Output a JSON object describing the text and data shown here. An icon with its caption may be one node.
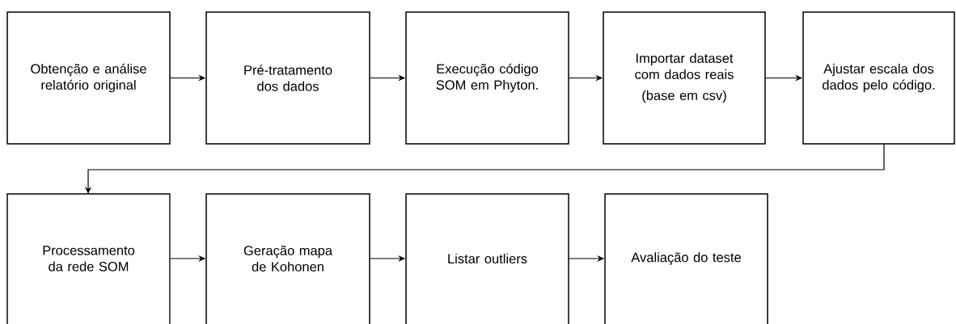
{
  "diagram": {
    "nodes": [
      {
        "text": [
          "Obtenção e análise relatório original"
        ]
      },
      {
        "text": [
          "Pré-tratamento dos dados"
        ]
      },
      {
        "text": [
          "Execução código SOM em Phyton."
        ]
      },
      {
        "text": [
          "Importar dataset com dados reais",
          "(base em csv)"
        ]
      },
      {
        "text": [
          "Ajustar escala dos dados pelo código."
        ]
      },
      {
        "text": [
          "Processamento da rede SOM"
        ]
      },
      {
        "text": [
          "Geração mapa de Kohonen"
        ]
      },
      {
        "text": [
          "Listar outliers"
        ]
      },
      {
        "text": [
          "Avaliação do teste"
        ]
      }
    ],
    "edges": [
      {
        "from": 0,
        "to": 1,
        "arrow": "to"
      },
      {
        "from": 1,
        "to": 2,
        "arrow": "to"
      },
      {
        "from": 2,
        "to": 3,
        "arrow": "to"
      },
      {
        "from": 3,
        "to": 4,
        "arrow": "to"
      },
      {
        "from": 4,
        "to": 5,
        "arrow": "to"
      },
      {
        "from": 5,
        "to": 6,
        "arrow": "to"
      },
      {
        "from": 6,
        "to": 7,
        "arrow": "to"
      },
      {
        "from": 7,
        "to": 8,
        "arrow": "to"
      }
    ]
  }
}
